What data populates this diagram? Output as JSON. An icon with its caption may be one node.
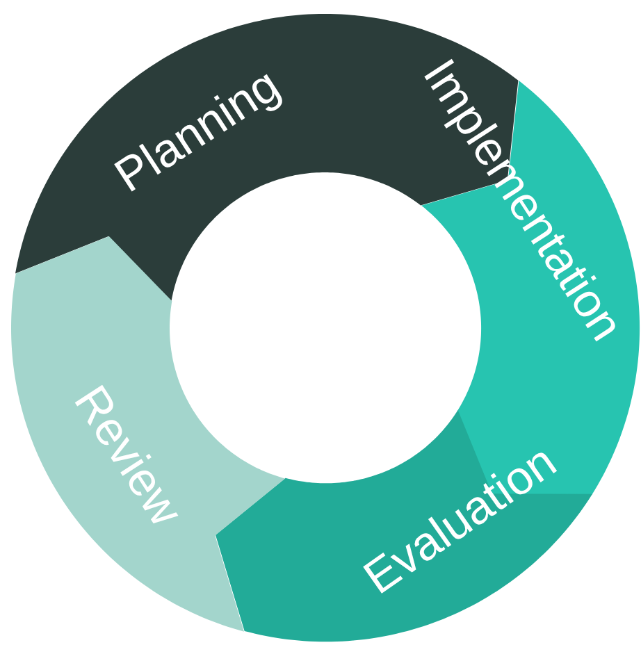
{
  "diagram": {
    "nodes": [
      {
        "text": [
          "Planning"
        ]
      },
      {
        "text": [
          "Implementation"
        ]
      },
      {
        "text": [
          "Evaluation"
        ]
      },
      {
        "text": [
          "Review"
        ]
      }
    ]
  }
}
